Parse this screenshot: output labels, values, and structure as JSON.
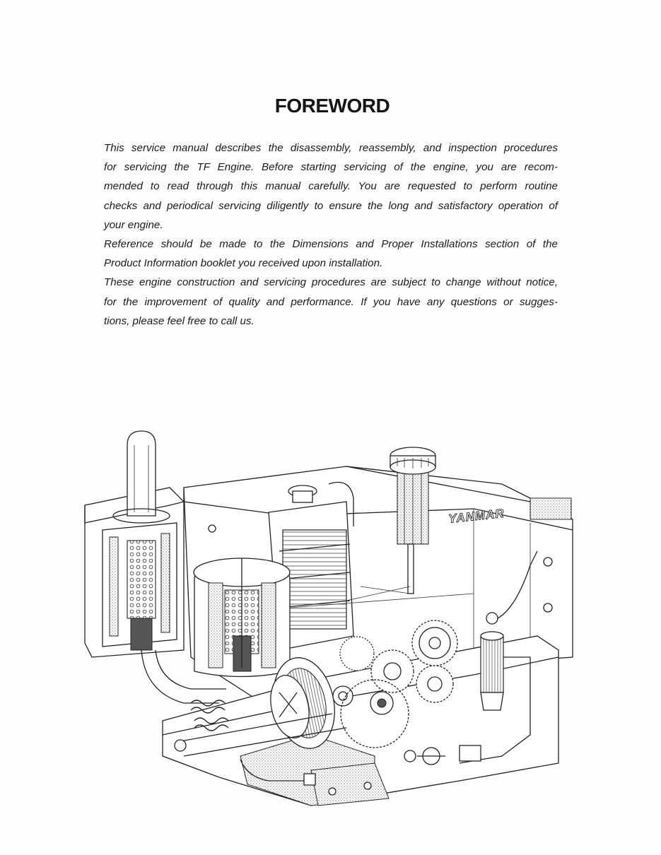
{
  "page": {
    "title": "FOREWORD",
    "lines": [
      "This service manual describes the disassembly, reassembly, and inspection procedures",
      "for servicing the TF Engine.  Before starting servicing of the engine, you are recom-",
      "mended to read through this manual carefully.  You are requested to perform routine",
      "checks and periodical servicing diligently to ensure the long and satisfactory operation of",
      "your engine.",
      "Reference should be made to the Dimensions and Proper Installations section of the",
      "Product Information booklet you received upon installation.",
      "These engine construction and servicing procedures are subject to change without notice,",
      "for the improvement of quality and performance.  If you have any questions or sugges-",
      "tions, please feel free to call us."
    ],
    "paragraph_last_line_indices": [
      4,
      6,
      9
    ]
  },
  "illustration": {
    "subject": "TF engine cutaway drawing",
    "brand_label": "YANMAR"
  }
}
